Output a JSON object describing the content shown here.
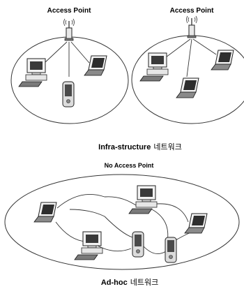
{
  "infrastructure": {
    "ap_left_label": "Access Point",
    "ap_right_label": "Access Point",
    "caption_en": "Infra-structure",
    "caption_ko": "네트워크"
  },
  "adhoc": {
    "heading": "No Access Point",
    "caption_en": "Ad-hoc",
    "caption_ko": "네트워크"
  }
}
